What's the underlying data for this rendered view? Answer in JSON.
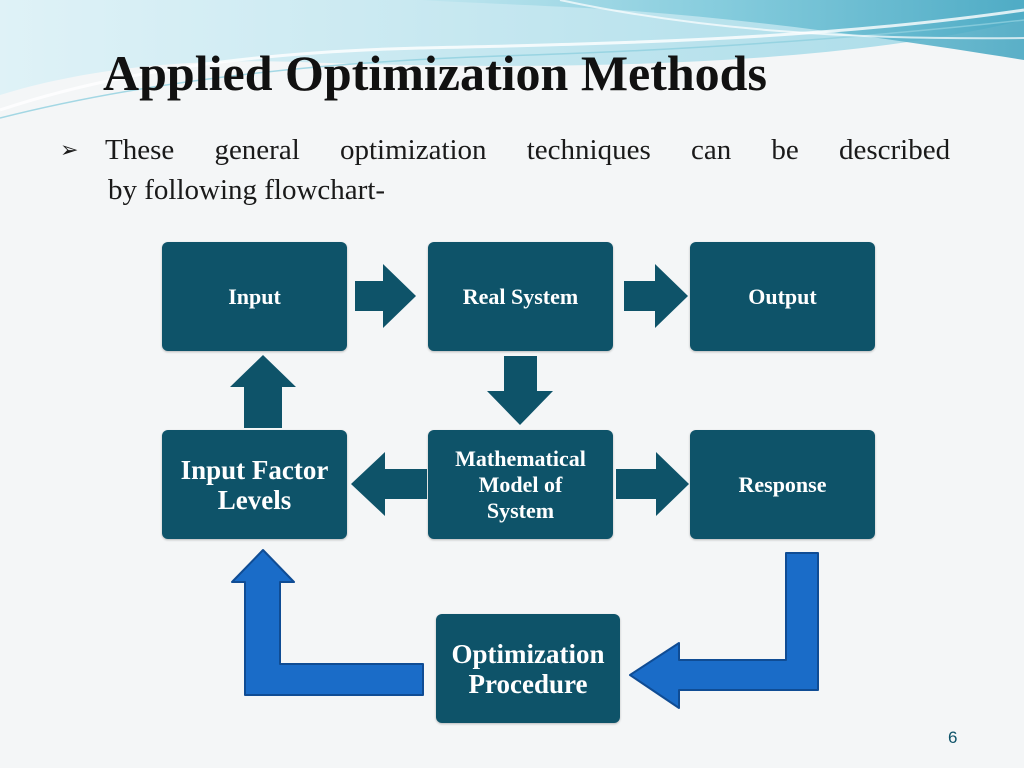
{
  "slide": {
    "title": "Applied Optimization Methods",
    "bullet_marker": "➢",
    "bullet_line1": [
      "These",
      "general",
      "optimization",
      "techniques",
      "can",
      "be",
      "described"
    ],
    "bullet_line2": "by following flowchart-",
    "page_number": "6"
  },
  "flowchart": {
    "input": "Input",
    "real_system": "Real System",
    "output": "Output",
    "input_factor_levels": "Input Factor\nLevels",
    "mathematical_model": "Mathematical\nModel of\nSystem",
    "response": "Response",
    "optimization_procedure": "Optimization\nProcedure"
  },
  "colors": {
    "box_fill": "#0e5369",
    "feedback_arrow": "#1a6cc8"
  }
}
